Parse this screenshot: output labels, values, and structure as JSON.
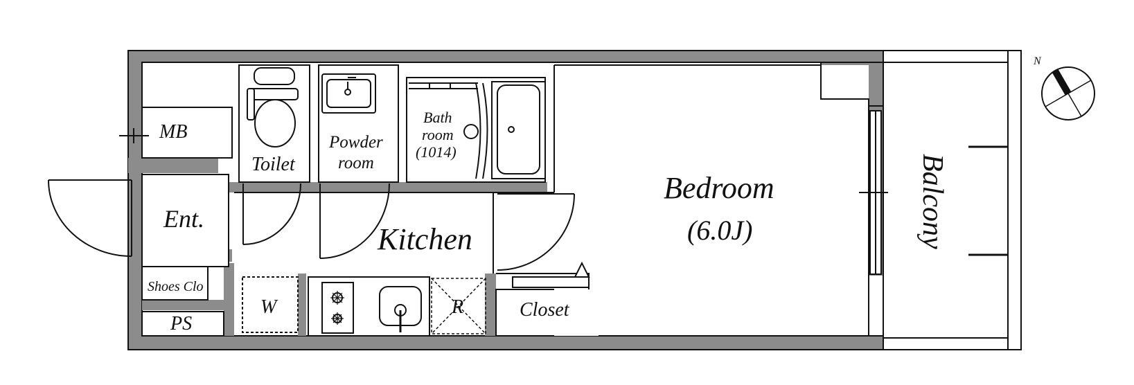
{
  "rooms": {
    "mb": "MB",
    "toilet": "Toilet",
    "powder_room_line1": "Powder",
    "powder_room_line2": "room",
    "bath_line1": "Bath",
    "bath_line2": "room",
    "bath_line3": "(1014)",
    "entrance": "Ent.",
    "shoes_closet": "Shoes Clo",
    "ps": "PS",
    "washer": "W",
    "kitchen": "Kitchen",
    "refrigerator": "R",
    "closet": "Closet",
    "bedroom": "Bedroom",
    "bedroom_size": "(6.0J)",
    "balcony": "Balcony"
  },
  "compass": {
    "north_label": "N"
  },
  "colors": {
    "wall": "#8c8c8c",
    "line": "#111111",
    "background": "#ffffff"
  }
}
